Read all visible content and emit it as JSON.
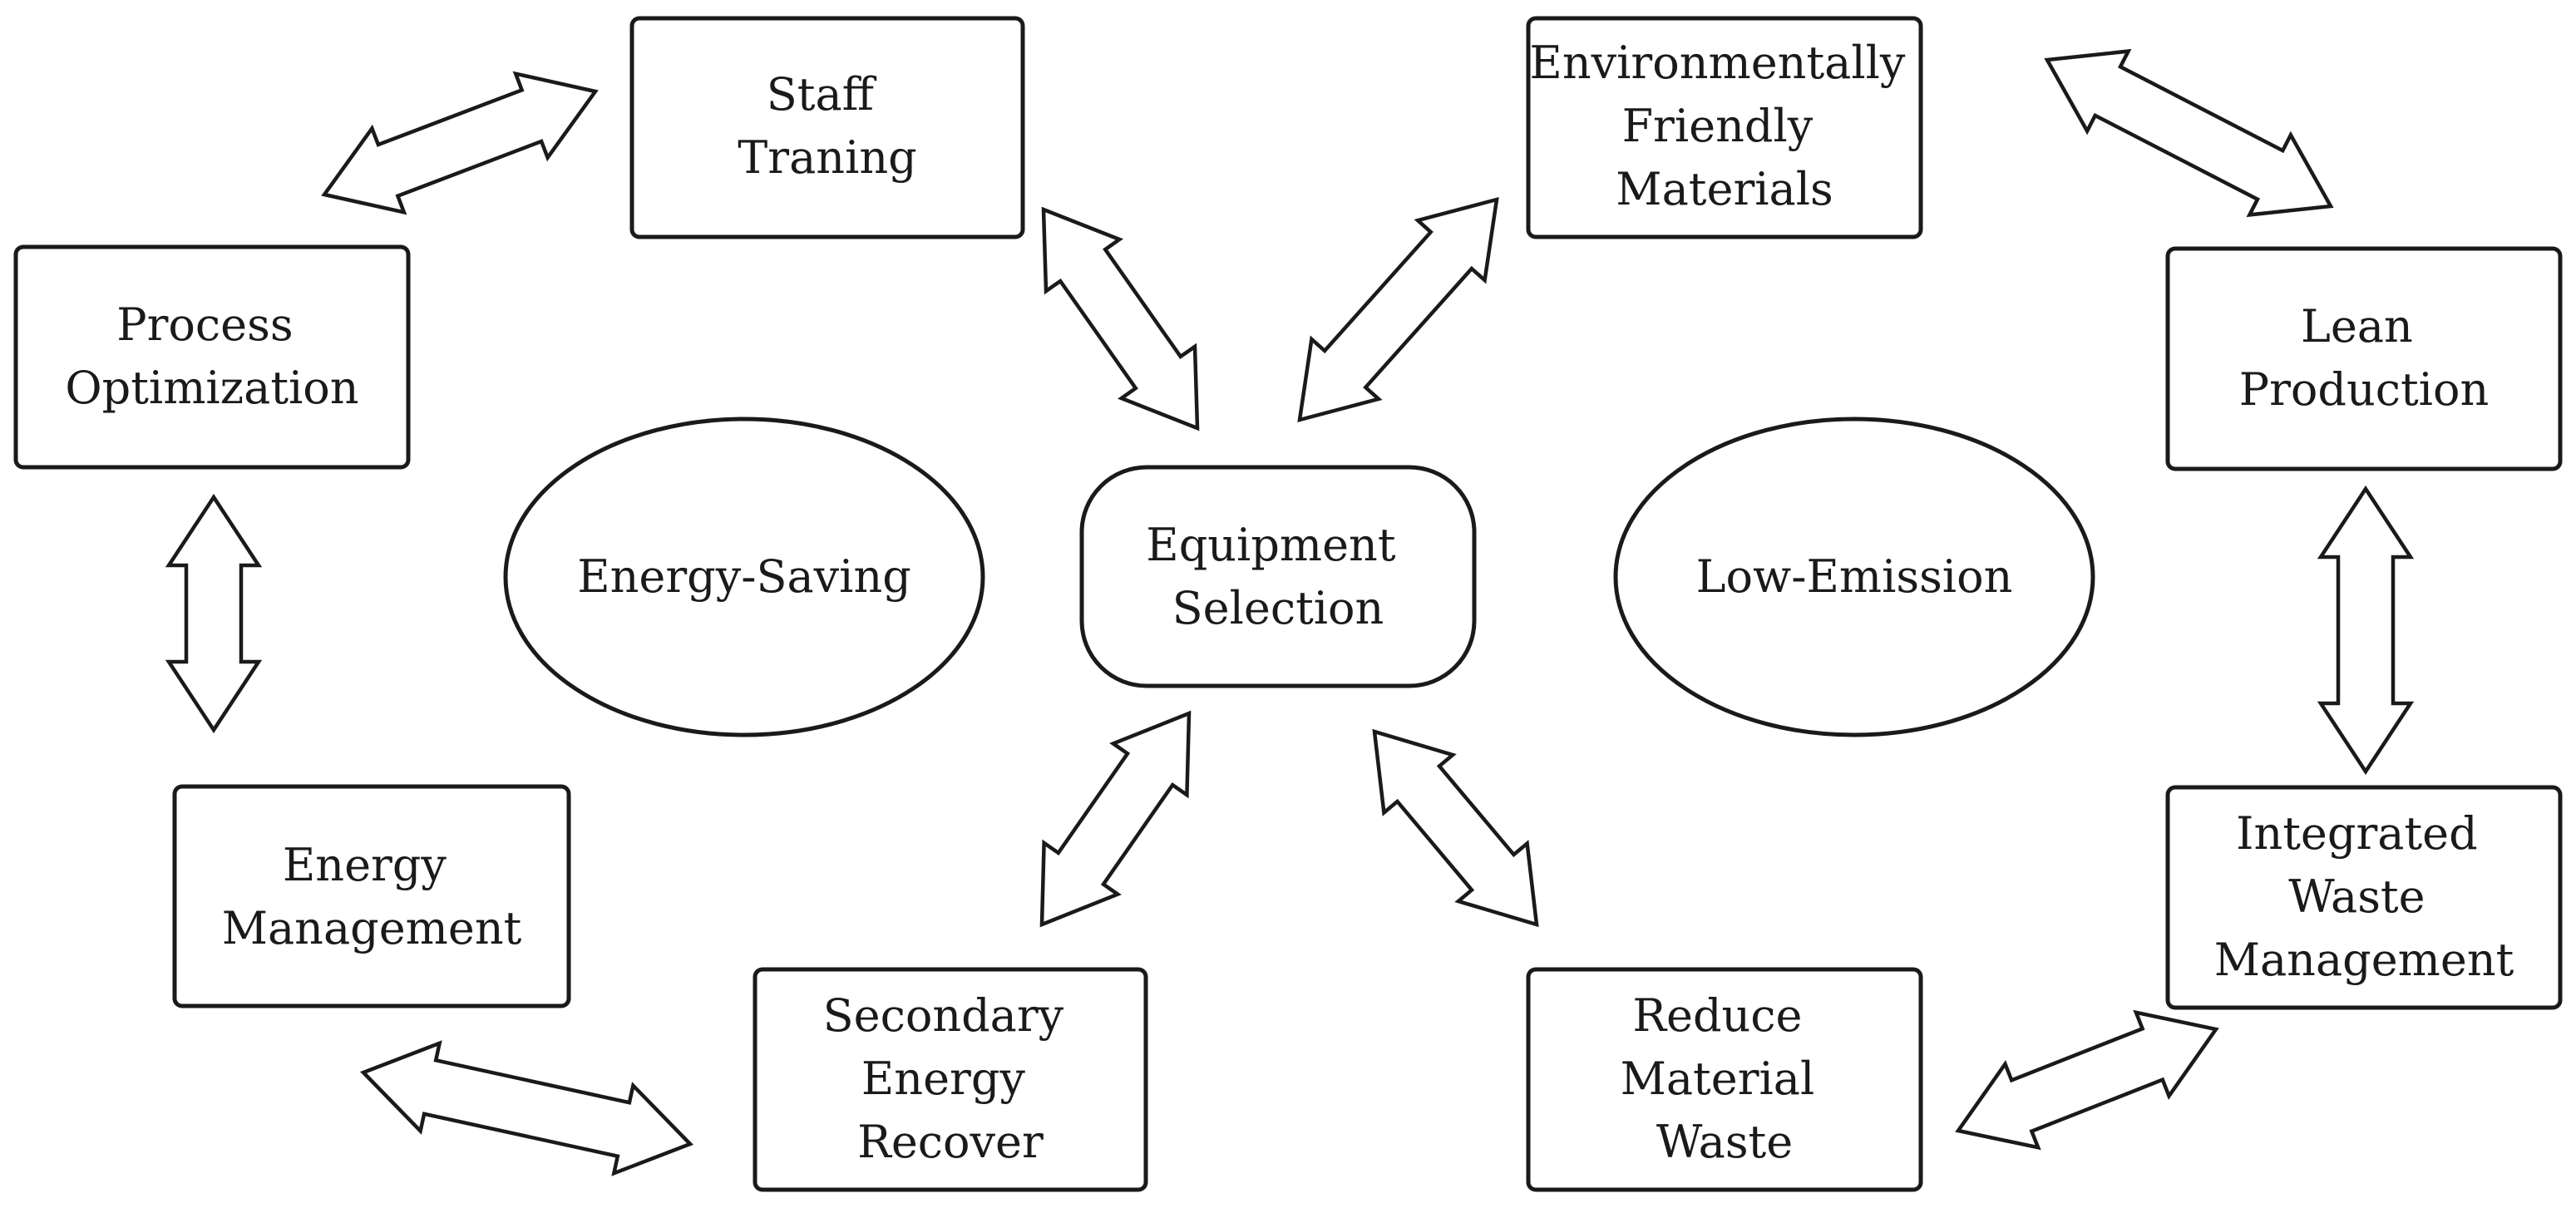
{
  "diagram": {
    "nodes": {
      "staff_training": {
        "lines": [
          "Staff",
          "Traning"
        ]
      },
      "env_materials": {
        "lines": [
          "Environmentally",
          "Friendly",
          "Materials"
        ]
      },
      "process_optimization": {
        "lines": [
          "Process",
          "Optimization"
        ]
      },
      "lean_production": {
        "lines": [
          "Lean",
          "Production"
        ]
      },
      "energy_saving": {
        "lines": [
          "Energy-Saving"
        ]
      },
      "equipment_selection": {
        "lines": [
          "Equipment",
          "Selection"
        ]
      },
      "low_emission": {
        "lines": [
          "Low-Emission"
        ]
      },
      "energy_management": {
        "lines": [
          "Energy",
          "Management"
        ]
      },
      "integrated_waste": {
        "lines": [
          "Integrated",
          "Waste",
          "Management"
        ]
      },
      "secondary_energy": {
        "lines": [
          "Secondary",
          "Energy",
          "Recover"
        ]
      },
      "reduce_waste": {
        "lines": [
          "Reduce",
          "Material",
          "Waste"
        ]
      }
    },
    "connections": [
      {
        "from": "process_optimization",
        "to": "staff_training",
        "type": "bidirectional"
      },
      {
        "from": "staff_training",
        "to": "equipment_selection",
        "type": "bidirectional"
      },
      {
        "from": "env_materials",
        "to": "equipment_selection",
        "type": "bidirectional"
      },
      {
        "from": "env_materials",
        "to": "lean_production",
        "type": "bidirectional"
      },
      {
        "from": "process_optimization",
        "to": "energy_management",
        "type": "bidirectional"
      },
      {
        "from": "lean_production",
        "to": "integrated_waste",
        "type": "bidirectional"
      },
      {
        "from": "energy_management",
        "to": "secondary_energy",
        "type": "bidirectional"
      },
      {
        "from": "secondary_energy",
        "to": "equipment_selection",
        "type": "bidirectional"
      },
      {
        "from": "equipment_selection",
        "to": "reduce_waste",
        "type": "bidirectional"
      },
      {
        "from": "reduce_waste",
        "to": "integrated_waste",
        "type": "bidirectional"
      }
    ]
  }
}
